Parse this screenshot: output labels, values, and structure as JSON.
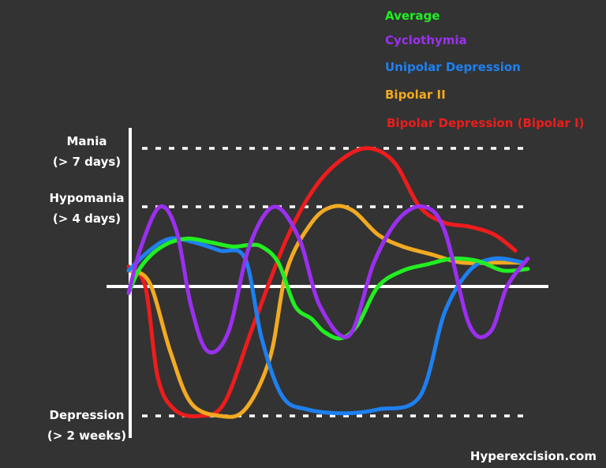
{
  "chart_data": {
    "type": "line",
    "title": "",
    "xlabel": "",
    "ylabel": "",
    "grid": false,
    "legend_position": "top-right",
    "y_levels": [
      {
        "name": "mania",
        "label_line1": "Mania",
        "label_line2": "(> 7 days)",
        "value": 2
      },
      {
        "name": "hypomania",
        "label_line1": "Hypomania",
        "label_line2": "(> 4 days)",
        "value": 1
      },
      {
        "name": "depression",
        "label_line1": "Depression",
        "label_line2": "(> 2 weeks)",
        "value": -1
      }
    ],
    "ylim": [
      -1.15,
      2.45
    ],
    "xlim": [
      0,
      1
    ],
    "series": [
      {
        "name": "Average",
        "color": "#22ee22",
        "points": [
          [
            0,
            -0.05
          ],
          [
            0.03,
            0.25
          ],
          [
            0.08,
            0.5
          ],
          [
            0.14,
            0.6
          ],
          [
            0.2,
            0.55
          ],
          [
            0.25,
            0.5
          ],
          [
            0.29,
            0.52
          ],
          [
            0.32,
            0.5
          ],
          [
            0.36,
            0.3
          ],
          [
            0.4,
            -0.15
          ],
          [
            0.44,
            -0.25
          ],
          [
            0.47,
            -0.35
          ],
          [
            0.51,
            -0.4
          ],
          [
            0.55,
            -0.3
          ],
          [
            0.6,
            0.0
          ],
          [
            0.66,
            0.2
          ],
          [
            0.72,
            0.28
          ],
          [
            0.78,
            0.35
          ],
          [
            0.84,
            0.32
          ],
          [
            0.9,
            0.2
          ],
          [
            0.96,
            0.22
          ]
        ]
      },
      {
        "name": "Cyclothymia",
        "color": "#9b2ff0",
        "points": [
          [
            0,
            -0.05
          ],
          [
            0.03,
            0.5
          ],
          [
            0.075,
            1.0
          ],
          [
            0.115,
            0.7
          ],
          [
            0.15,
            -0.15
          ],
          [
            0.19,
            -0.5
          ],
          [
            0.24,
            -0.35
          ],
          [
            0.29,
            0.5
          ],
          [
            0.35,
            1.0
          ],
          [
            0.41,
            0.6
          ],
          [
            0.46,
            -0.15
          ],
          [
            0.53,
            -0.38
          ],
          [
            0.59,
            0.3
          ],
          [
            0.65,
            0.85
          ],
          [
            0.71,
            1.0
          ],
          [
            0.76,
            0.7
          ],
          [
            0.82,
            -0.3
          ],
          [
            0.87,
            -0.35
          ],
          [
            0.91,
            0.0
          ],
          [
            0.96,
            0.35
          ]
        ]
      },
      {
        "name": "Unipolar Depression",
        "color": "#1e80f0",
        "points": [
          [
            0,
            0.2
          ],
          [
            0.05,
            0.45
          ],
          [
            0.1,
            0.6
          ],
          [
            0.16,
            0.55
          ],
          [
            0.22,
            0.45
          ],
          [
            0.28,
            0.35
          ],
          [
            0.32,
            -0.4
          ],
          [
            0.37,
            -0.85
          ],
          [
            0.43,
            -0.95
          ],
          [
            0.52,
            -0.98
          ],
          [
            0.6,
            -0.95
          ],
          [
            0.7,
            -0.85
          ],
          [
            0.76,
            -0.2
          ],
          [
            0.82,
            0.2
          ],
          [
            0.88,
            0.35
          ],
          [
            0.95,
            0.3
          ]
        ]
      },
      {
        "name": "Bipolar II",
        "color": "#f2aa22",
        "points": [
          [
            0,
            0.2
          ],
          [
            0.05,
            0.05
          ],
          [
            0.1,
            -0.5
          ],
          [
            0.15,
            -0.9
          ],
          [
            0.22,
            -1.0
          ],
          [
            0.28,
            -0.95
          ],
          [
            0.34,
            -0.55
          ],
          [
            0.38,
            0.2
          ],
          [
            0.44,
            0.8
          ],
          [
            0.49,
            1.0
          ],
          [
            0.54,
            0.95
          ],
          [
            0.6,
            0.65
          ],
          [
            0.66,
            0.5
          ],
          [
            0.73,
            0.4
          ],
          [
            0.8,
            0.3
          ],
          [
            0.88,
            0.3
          ],
          [
            0.95,
            0.3
          ]
        ]
      },
      {
        "name": "Bipolar Depression (Bipolar I)",
        "color": "#ee1c1c",
        "points": [
          [
            0,
            0.25
          ],
          [
            0.04,
            0.0
          ],
          [
            0.07,
            -0.7
          ],
          [
            0.11,
            -0.95
          ],
          [
            0.17,
            -1.0
          ],
          [
            0.23,
            -0.9
          ],
          [
            0.3,
            -0.3
          ],
          [
            0.38,
            0.6
          ],
          [
            0.45,
            1.35
          ],
          [
            0.52,
            1.85
          ],
          [
            0.58,
            2.0
          ],
          [
            0.64,
            1.75
          ],
          [
            0.7,
            1.0
          ],
          [
            0.76,
            0.8
          ],
          [
            0.82,
            0.75
          ],
          [
            0.88,
            0.65
          ],
          [
            0.93,
            0.45
          ]
        ]
      }
    ]
  },
  "watermark": "Hyperexcision.com"
}
